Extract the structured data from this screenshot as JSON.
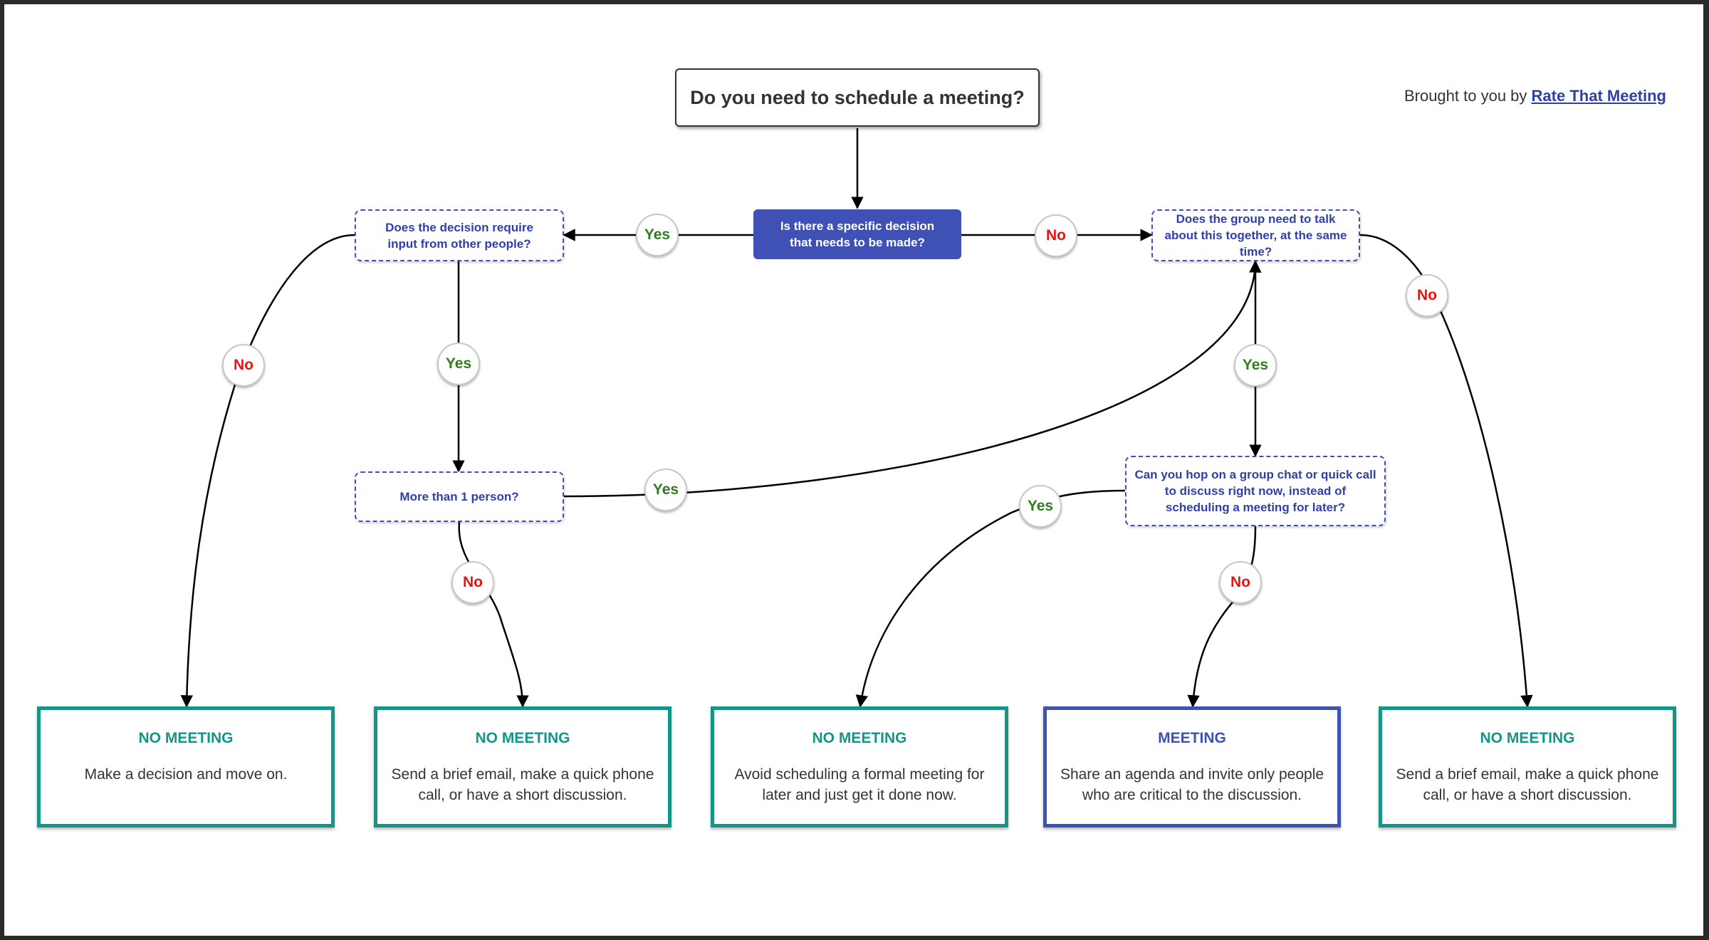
{
  "title": "Do you need to schedule a meeting?",
  "credit": {
    "prefix": "Brought to you by",
    "link_text": "Rate That Meeting"
  },
  "nodes": {
    "start": "Is there a specific decision that needs to be made?",
    "q_input": "Does the decision require input from other people?",
    "q_group": "Does the group need to talk about this together, at the same time?",
    "q_person": "More than 1 person?",
    "q_hop": "Can you hop on a group chat or quick call to discuss right now, instead of scheduling a meeting for later?"
  },
  "outcomes": [
    {
      "title": "NO MEETING",
      "text": "Make a decision and move on."
    },
    {
      "title": "NO MEETING",
      "text": "Send a brief email, make a quick phone call, or have a short discussion."
    },
    {
      "title": "NO MEETING",
      "text": "Avoid scheduling a formal meeting for later and just get it done now."
    },
    {
      "title": "MEETING",
      "text": "Share an agenda and invite only people who are critical to the discussion."
    },
    {
      "title": "NO MEETING",
      "text": "Send a brief email, make a quick phone call, or have a short discussion."
    }
  ],
  "labels": {
    "yes": "Yes",
    "no": "No"
  },
  "colors": {
    "primary": "#3f51b5",
    "teal": "#129687",
    "yes": "#2e7d1e",
    "no": "#ee1111"
  }
}
